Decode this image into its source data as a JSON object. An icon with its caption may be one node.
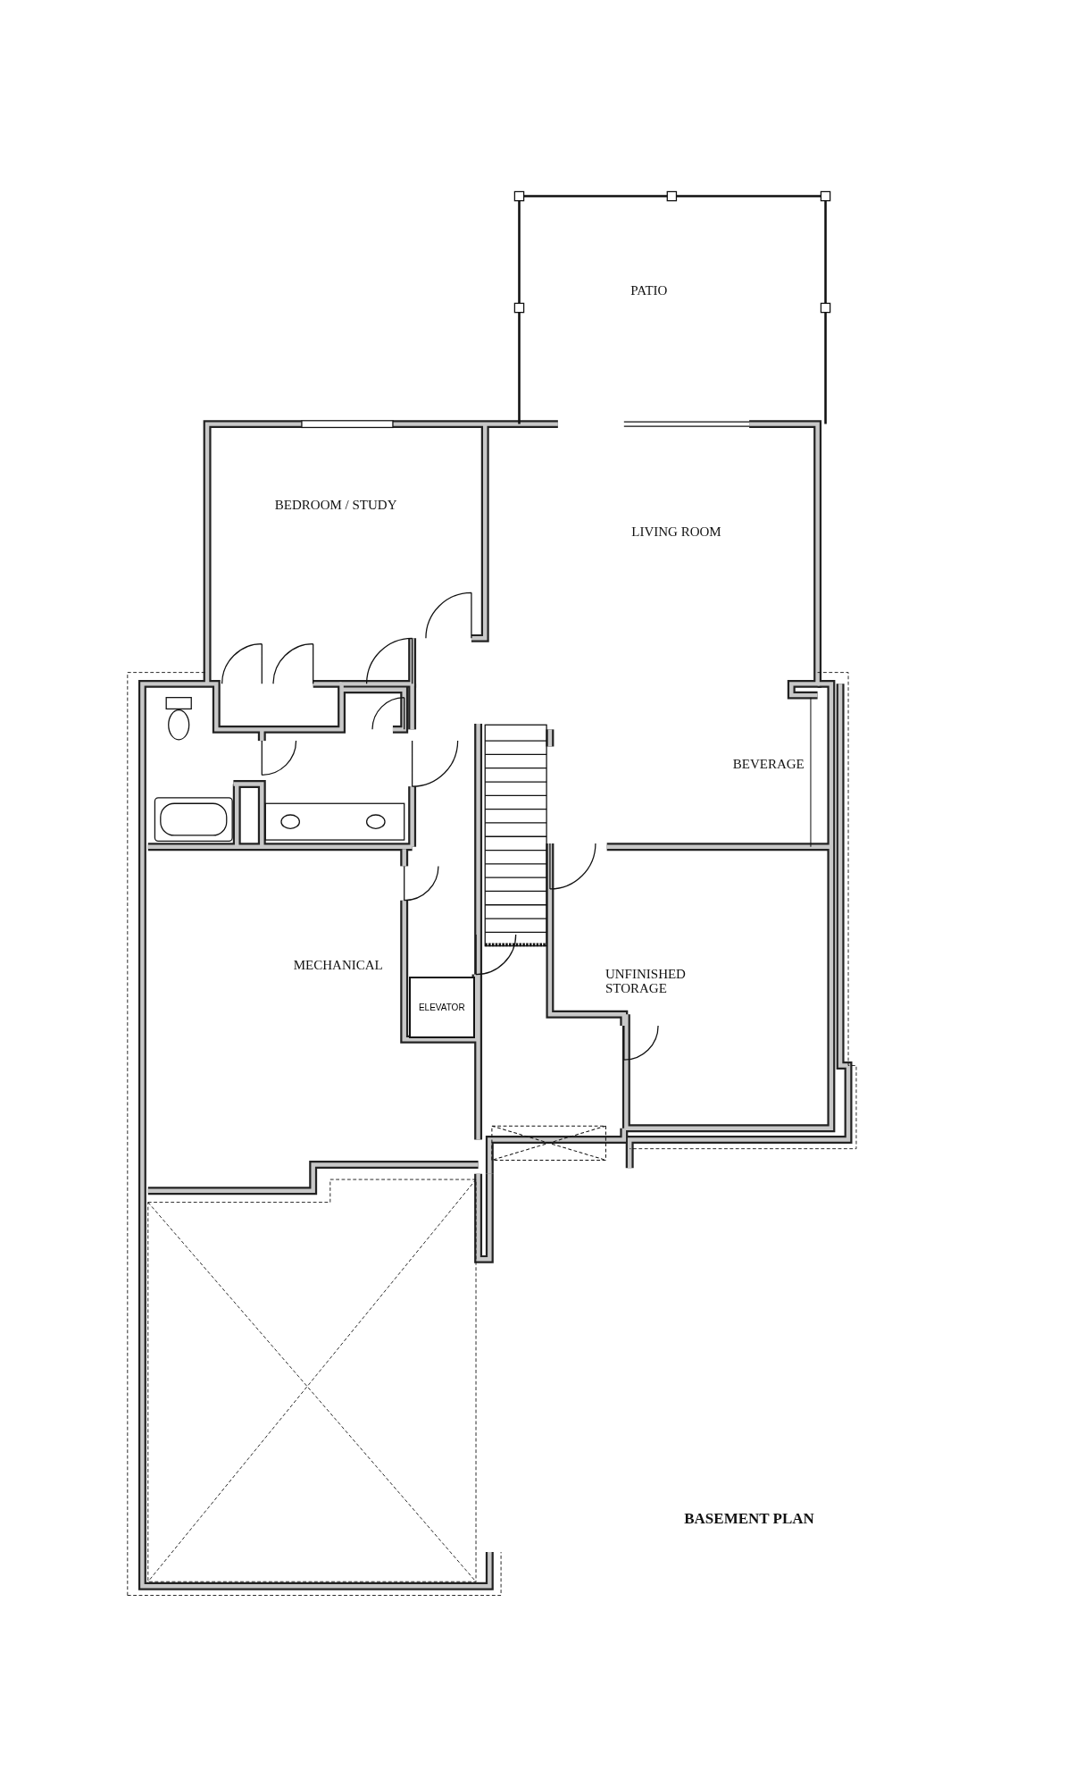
{
  "diagram": {
    "title": "BASEMENT PLAN",
    "nodes": [
      {
        "text": [
          "ELEVATOR"
        ]
      }
    ],
    "labels": [
      "PATIO",
      "BEDROOM / STUDY",
      "LIVING ROOM",
      "BEVERAGE",
      "MECHANICAL",
      "UNFINISHED STORAGE"
    ]
  }
}
